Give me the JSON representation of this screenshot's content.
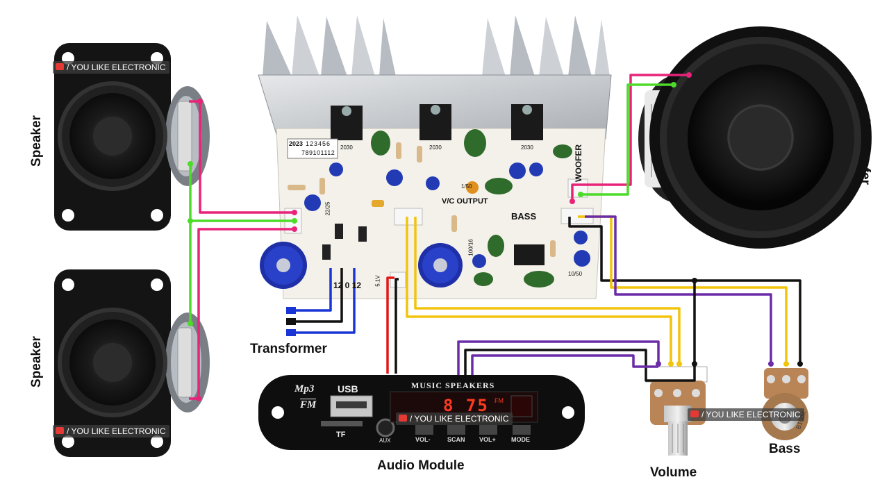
{
  "labels": {
    "speaker_top": "Speaker",
    "speaker_bottom": "Speaker",
    "subwoofer": "Subwoofer",
    "transformer": "Transformer",
    "audio_module": "Audio Module",
    "volume": "Volume",
    "bass": "Bass"
  },
  "watermark": "/ YOU LIKE ELECTRONIC",
  "board": {
    "code_year": "2023",
    "code_digits_top": "123456",
    "code_digits_bottom": "789101112",
    "vc_output": "V/C OUTPUT",
    "bass_marker": "BASS",
    "woofer_mark": "WOOFER",
    "power_mark": "12 0 12",
    "cap_a": "22/25",
    "cap_b": "1/50",
    "cap_c": "100/16",
    "cap_d": "10/50",
    "zener": "5.1V",
    "ic_mark": "2030"
  },
  "module": {
    "brand_top": "Mp3",
    "brand_bottom": "FM",
    "usb": "USB",
    "tf": "TF",
    "aux": "AUX",
    "title": "MUSIC SPEAKERS",
    "display": "8 75",
    "display_unit": "FM",
    "buttons": [
      "VOL-",
      "SCAN",
      "VOL+",
      "MODE"
    ]
  },
  "pots": {
    "bass_value": "B100K"
  },
  "colors": {
    "pink_wire": "#e8237a",
    "green_wire": "#4ddb2a",
    "yellow_wire": "#f2c40c",
    "purple_wire": "#6a2ca8",
    "black_wire": "#111111",
    "blue_wire": "#1a35d6",
    "red_wire": "#e01818",
    "display_red": "#ff3b1f"
  }
}
